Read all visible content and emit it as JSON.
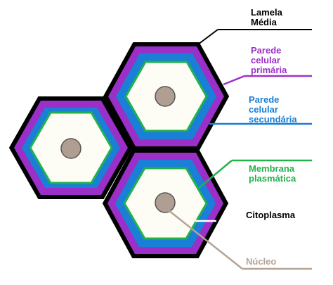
{
  "colors": {
    "lamela": "#000000",
    "parede_primaria": "#9b30c8",
    "parede_secundaria": "#1a7fd6",
    "membrana": "#22b24c",
    "citoplasma": "#fdfdf6",
    "nucleo_fill": "#b09e92",
    "nucleo_line": "#b4a394"
  },
  "labels": {
    "lamela_media": [
      "Lamela",
      "Média"
    ],
    "parede_primaria": [
      "Parede",
      "celular",
      "primária"
    ],
    "parede_secundaria": [
      "Parede",
      "celular",
      "secundária"
    ],
    "membrana": [
      "Membrana",
      "plasmática"
    ],
    "citoplasma": [
      "Citoplasma"
    ],
    "nucleo": [
      "Núcleo"
    ]
  }
}
